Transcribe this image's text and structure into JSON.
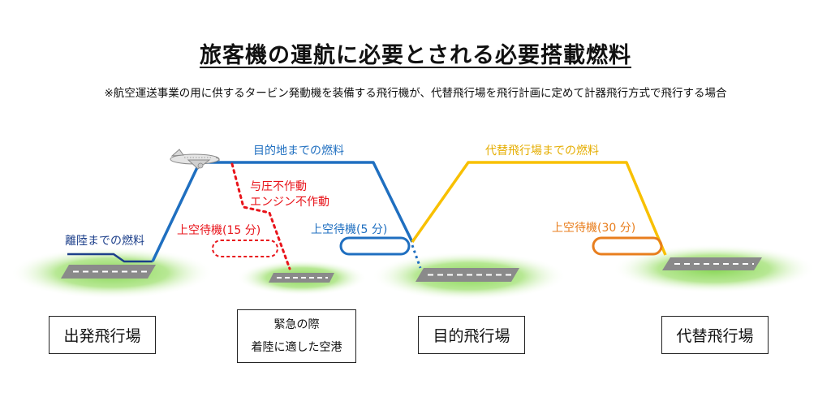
{
  "title": "旅客機の運航に必要とされる必要搭載燃料",
  "subtitle": "※航空運送事業の用に供するタービン発動機を装備する飛行機が、代替飛行場を飛行計画に定めて計器飛行方式で飛行する場合",
  "labels": {
    "takeoff_fuel": "離陸までの燃料",
    "destination_fuel": "目的地までの燃料",
    "pressurization_failure": "与圧不作動",
    "engine_failure": "エンジン不作動",
    "holding_15": "上空待機(15 分)",
    "holding_5": "上空待機(5 分)",
    "alternate_fuel": "代替飛行場までの燃料",
    "holding_30": "上空待機(30 分)"
  },
  "airports": {
    "departure": "出発飛行場",
    "emergency_line1": "緊急の際",
    "emergency_line2": "着陸に適した空港",
    "destination": "目的飛行場",
    "alternate": "代替飛行場"
  },
  "colors": {
    "blue": "#1f6fc0",
    "red": "#e8141b",
    "yellow": "#f8c000",
    "orange": "#e87e1e",
    "ground_green": "#7fd34a"
  },
  "icons": {
    "aircraft": "airplane-icon"
  }
}
